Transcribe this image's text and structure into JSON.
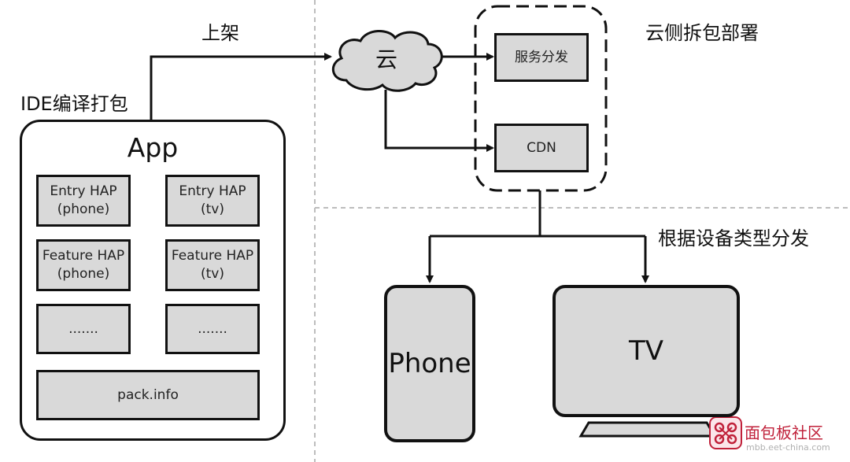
{
  "left_section": {
    "build_label": "IDE编译打包",
    "app_title": "App",
    "modules": [
      {
        "line1": "Entry HAP",
        "line2": "(phone)"
      },
      {
        "line1": "Entry HAP",
        "line2": "(tv)"
      },
      {
        "line1": "Feature HAP",
        "line2": "(phone)"
      },
      {
        "line1": "Feature HAP",
        "line2": "(tv)"
      },
      {
        "line1": "......."
      },
      {
        "line1": "......."
      }
    ],
    "pack_info": "pack.info"
  },
  "publish_label": "上架",
  "cloud_label": "云",
  "cloud_side": {
    "title": "云侧拆包部署",
    "service": "服务分发",
    "cdn": "CDN"
  },
  "distribution_label": "根据设备类型分发",
  "devices": {
    "phone": "Phone",
    "tv": "TV"
  },
  "watermark": {
    "text": "面包板社区",
    "url": "mbb.eet-china.com"
  },
  "colors": {
    "box_fill": "#d9d9d9",
    "stroke": "#111111",
    "watermark": "#c0213a"
  }
}
